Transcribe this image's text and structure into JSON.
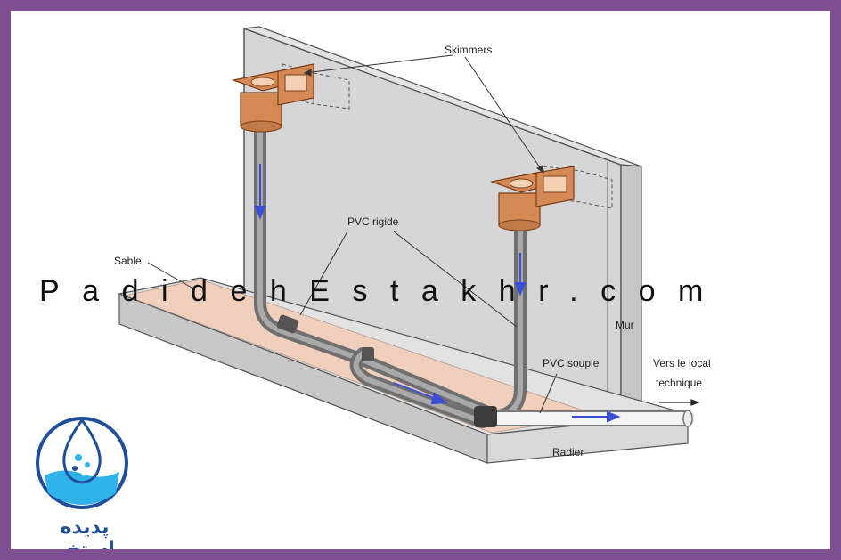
{
  "labels": {
    "skimmers": "Skimmers",
    "pvc_rigide": "PVC rigide",
    "sable": "Sable",
    "mur": "Mur",
    "pvc_souple": "PVC souple",
    "vers_line1": "Vers le local",
    "vers_line2": "technique",
    "radier": "Radier"
  },
  "watermark": "PadidehEstakhr.com",
  "logo": {
    "text": "پدیده استخر"
  },
  "colors": {
    "frame": "#7f4f93",
    "wall": "#d4d4d4",
    "sand": "#f0cfbc",
    "skimmer": "#d58a55",
    "pipe": "#8a8a8a",
    "arrow": "#3a4fd8",
    "logo": "#1f4f9a"
  }
}
